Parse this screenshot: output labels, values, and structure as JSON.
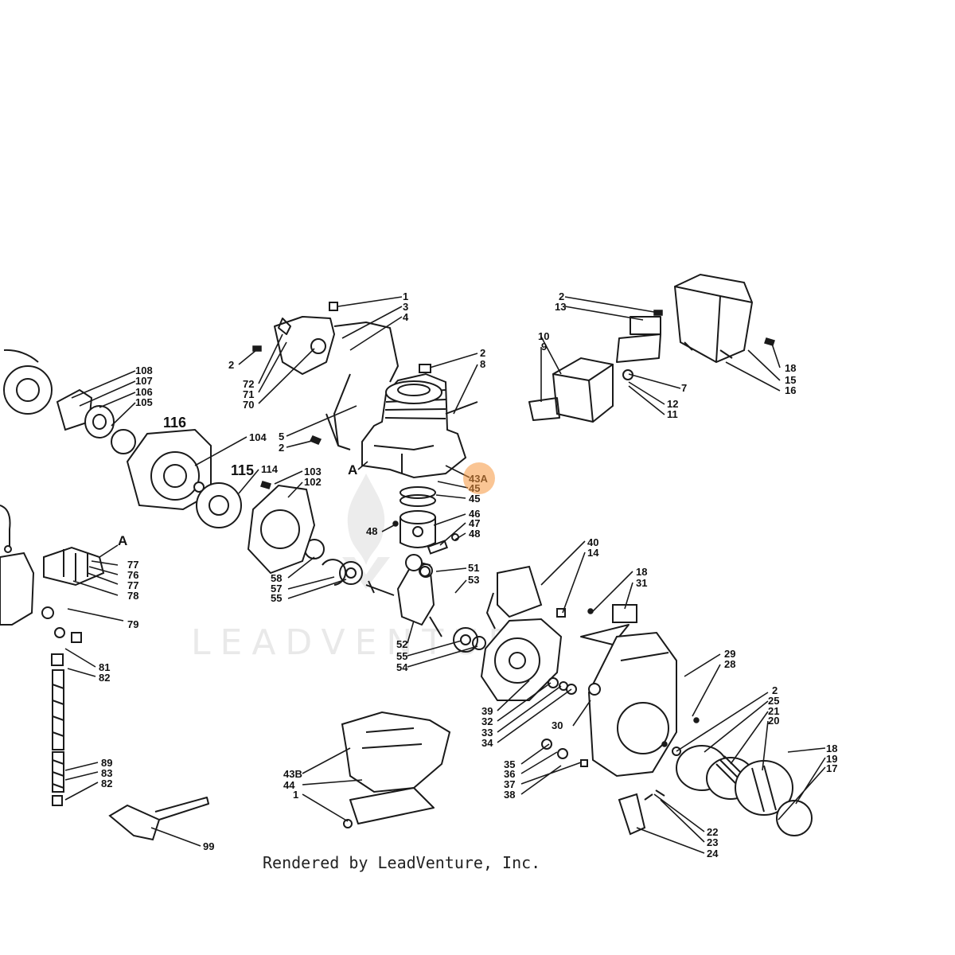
{
  "watermark": {
    "text": "LEADVENTURE"
  },
  "footer": {
    "text": "Rendered by LeadVenture, Inc."
  },
  "highlight": {
    "part": "43A",
    "color": "#f5963c"
  },
  "callouts": {
    "c1": "1",
    "c3": "3",
    "c4": "4",
    "c2a": "2",
    "c72": "72",
    "c71": "71",
    "c70": "70",
    "c5": "5",
    "c2b": "2",
    "c2c": "2",
    "c8": "8",
    "cA1": "A",
    "c43A": "43A",
    "c45a": "45",
    "c45b": "45",
    "c46": "46",
    "c47": "47",
    "c48a": "48",
    "c48b": "48",
    "c2d": "2",
    "c13": "13",
    "c10": "10",
    "c9": "9",
    "c7": "7",
    "c12": "12",
    "c11": "11",
    "c18a": "18",
    "c15a": "15",
    "c16": "16",
    "c108": "108",
    "c107": "107",
    "c106": "106",
    "c105": "105",
    "c116": "116",
    "c104": "104",
    "c115": "115",
    "c114": "114",
    "c103": "103",
    "c102": "102",
    "c58": "58",
    "c57": "57",
    "c55a": "55",
    "c51": "51",
    "c53": "53",
    "c52": "52",
    "c55b": "55",
    "c54": "54",
    "cA2": "A",
    "c77a": "77",
    "c76": "76",
    "c77b": "77",
    "c78": "78",
    "c79": "79",
    "c81": "81",
    "c82a": "82",
    "c89": "89",
    "c83": "83",
    "c82b": "82",
    "c99": "99",
    "c40": "40",
    "c14": "14",
    "c18b": "18",
    "c31": "31",
    "c29": "29",
    "c28": "28",
    "c39": "39",
    "c32": "32",
    "c33": "33",
    "c34": "34",
    "c30": "30",
    "c35": "35",
    "c36": "36",
    "c37": "37",
    "c38": "38",
    "c2e": "2",
    "c25": "25",
    "c21": "21",
    "c20": "20",
    "c18c": "18",
    "c19": "19",
    "c17": "17",
    "c22": "22",
    "c23": "23",
    "c24": "24",
    "c43B": "43B",
    "c44": "44",
    "c1b": "1"
  }
}
